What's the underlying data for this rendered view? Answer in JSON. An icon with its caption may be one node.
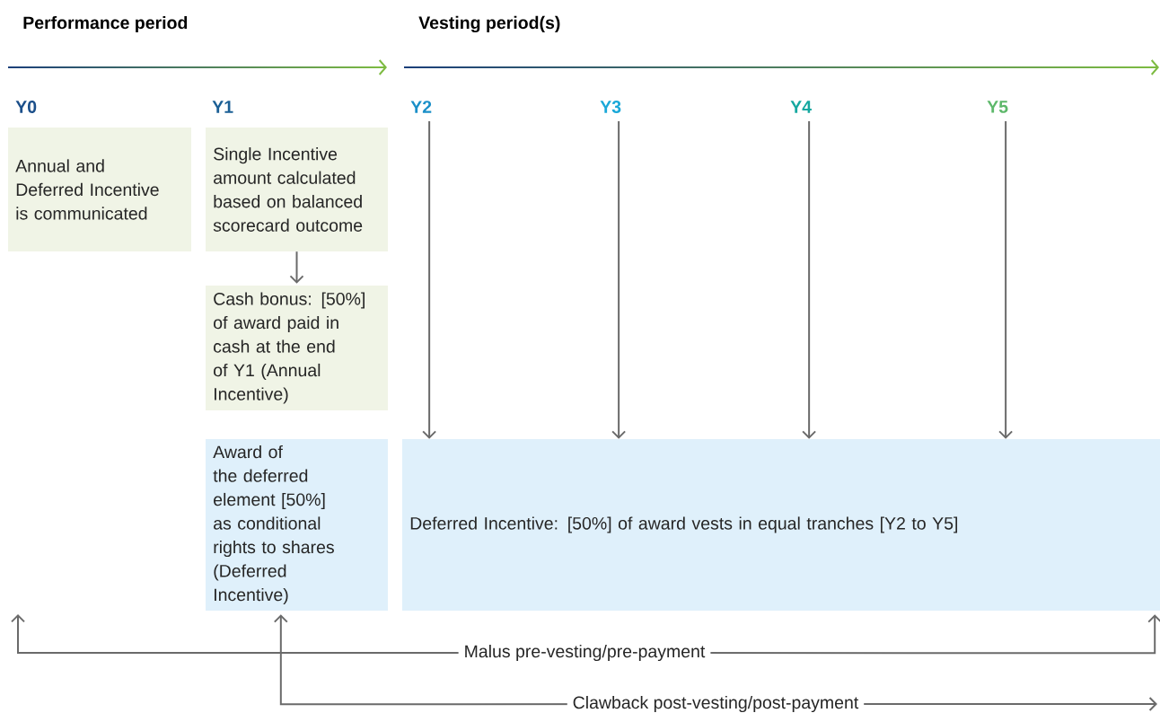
{
  "diagram": {
    "nodes": [
      {
        "text": [
          "Y2"
        ]
      },
      {
        "text": [
          "Y3"
        ]
      },
      {
        "text": [
          "Y4"
        ]
      },
      {
        "text": [
          "Y5"
        ]
      },
      {
        "text": [
          "Annual and Deferred Incentive is communicated"
        ]
      },
      {
        "text": [
          "Single Incentive amount calculated based on balanced scorecard outcome"
        ]
      },
      {
        "text": [
          "Cash bonus: [50%] of award paid in cash at the end of Y1 (Annual Incentive)"
        ]
      },
      {
        "text": [
          "Award of the deferred element [50%] as conditional rights to shares (Deferred Incentive)"
        ]
      },
      {
        "text": [
          "Deferred Incentive: [50%] of award vests in equal tranches [Y2 to Y5]"
        ]
      }
    ],
    "edges": [
      {
        "from": 0,
        "to": 8,
        "arrow": "to"
      },
      {
        "from": 1,
        "to": 8,
        "arrow": "to"
      },
      {
        "from": 2,
        "to": 8,
        "arrow": "to"
      },
      {
        "from": 3,
        "to": 8,
        "arrow": "to"
      },
      {
        "from": 5,
        "to": 6,
        "arrow": "to"
      },
      {
        "from": 8,
        "to": null,
        "arrow": "both",
        "label": "Malus pre-vesting/pre-payment"
      },
      {
        "from": 7,
        "to": null,
        "arrow": "both",
        "label": "Clawback post-vesting/post-payment"
      }
    ],
    "labels": [
      "Performance period",
      "Vesting period(s)",
      "Y0",
      "Y1"
    ]
  }
}
